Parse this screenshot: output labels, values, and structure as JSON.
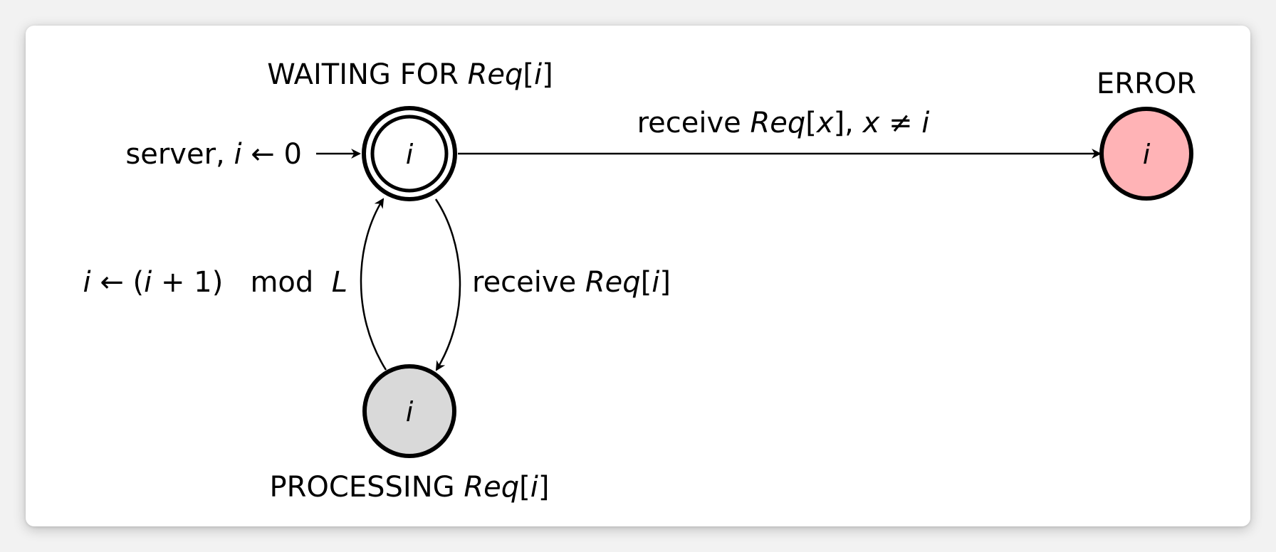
{
  "diagram": {
    "states": {
      "waiting": {
        "title_main": "WAITING FOR ",
        "title_italic": "Req",
        "title_bracket_open": "[",
        "title_index": "i",
        "title_bracket_close": "]",
        "node_label": "i",
        "fill": "#ffffff",
        "accepting": true
      },
      "error": {
        "title": "ERROR",
        "node_label": "i",
        "fill": "#ffb3b6"
      },
      "processing": {
        "title_main": "PROCESSING ",
        "title_italic": "Req",
        "title_bracket_open": "[",
        "title_index": "i",
        "title_bracket_close": "]",
        "node_label": "i",
        "fill": "#d9d9d9"
      }
    },
    "transitions": {
      "initial": {
        "text": "server, ",
        "var": "i",
        "assign": " ← 0"
      },
      "to_error": {
        "pre": "receive ",
        "italic": "Req",
        "open": "[",
        "x": "x",
        "close": "], ",
        "x2": "x",
        "neq": " ≠ ",
        "i": "i"
      },
      "to_processing": {
        "pre": "receive ",
        "italic": "Req",
        "open": "[",
        "i": "i",
        "close": "]"
      },
      "back_to_waiting": {
        "var": "i",
        "arrow": " ← (",
        "var2": "i",
        "plus": " + 1)",
        "mod": "   mod  ",
        "L": "L"
      }
    }
  }
}
